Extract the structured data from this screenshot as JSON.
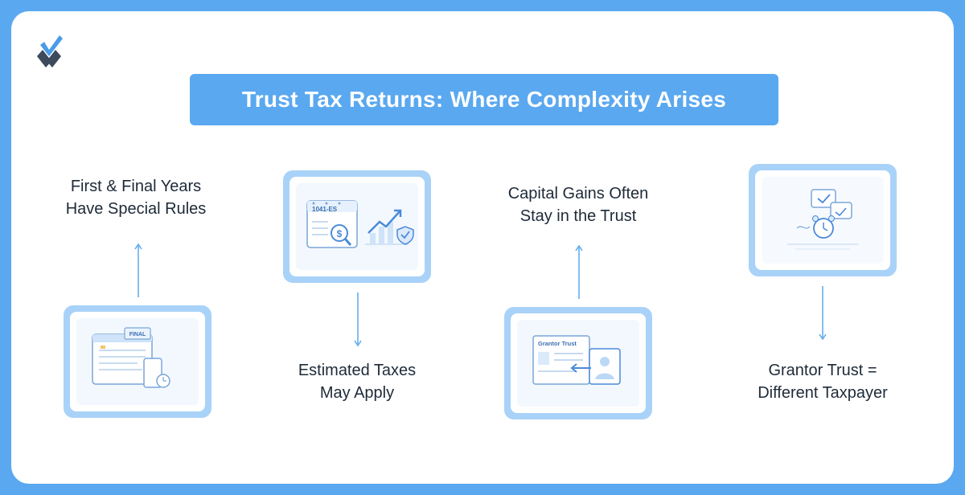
{
  "title": "Trust Tax Returns: Where Complexity Arises",
  "colors": {
    "background": "#5aa8f0",
    "accent": "#5aa8f0",
    "card_frame": "#a9d2f8",
    "text": "#1e2a38"
  },
  "items": [
    {
      "line1": "First & Final Years",
      "line2": "Have Special Rules",
      "icon": "calendar-final-icon",
      "icon_text": "FINAL"
    },
    {
      "line1": "Estimated Taxes",
      "line2": "May Apply",
      "icon": "tax-form-chart-icon",
      "icon_text": "1041-ES"
    },
    {
      "line1": "Capital Gains Often",
      "line2": "Stay in the Trust",
      "icon": "grantor-trust-document-icon",
      "icon_text": "Grantor Trust"
    },
    {
      "line1": "Grantor Trust =",
      "line2": "Different Taxpayer",
      "icon": "alarm-clock-checklist-icon",
      "icon_text": ""
    }
  ]
}
